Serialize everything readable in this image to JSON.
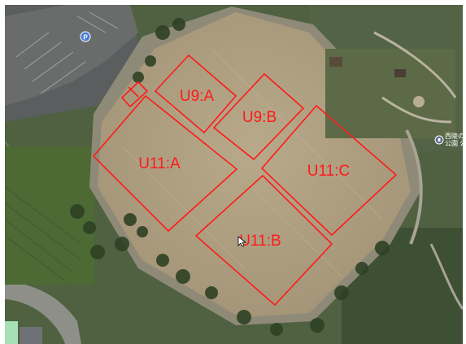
{
  "map": {
    "zones": [
      {
        "id": "u9a",
        "label": "U9:A"
      },
      {
        "id": "u9b",
        "label": "U9:B"
      },
      {
        "id": "u11a",
        "label": "U11:A"
      },
      {
        "id": "u11b",
        "label": "U11:B"
      },
      {
        "id": "u11c",
        "label": "U11:C"
      }
    ],
    "zone_color": "#ff1a1a",
    "poi": {
      "name_line1": "西陵の",
      "name_line2": "公園 公",
      "icon": "place-pin-icon"
    },
    "parking": {
      "label": "P",
      "icon": "parking-icon"
    }
  }
}
